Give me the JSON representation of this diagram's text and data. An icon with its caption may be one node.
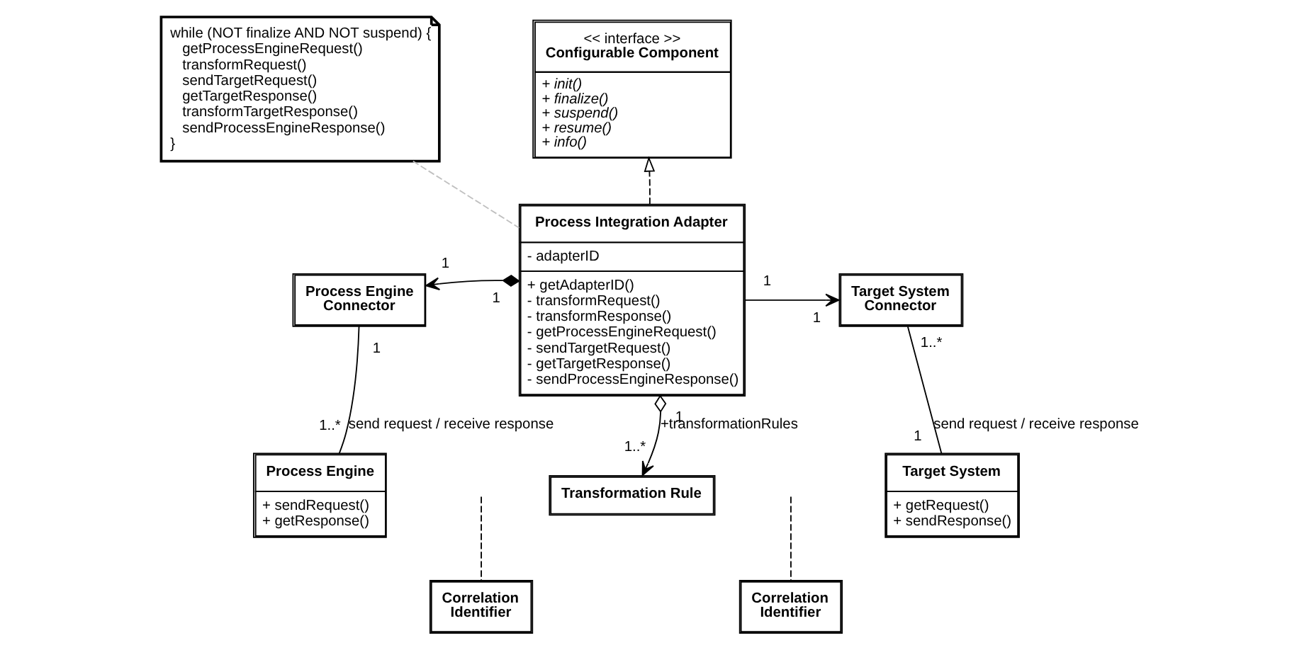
{
  "diagram": {
    "nodes": [
      {
        "text": [
          "while (NOT finalize AND NOT suspend) {",
          "getProcessEngineRequest()",
          "transformRequest()",
          "sendTargetRequest()",
          "getTargetResponse()",
          "transformTargetResponse()",
          "sendProcessEngineResponse()",
          "}"
        ]
      },
      {
        "text": [
          "<< interface >>",
          "Configurable Component",
          "+ init()",
          "+ finalize()",
          "+ suspend()",
          "+ resume()",
          "+ info()"
        ]
      },
      {
        "text": [
          "Process Engine Connector"
        ]
      },
      {
        "text": [
          "Process Integration Adapter",
          "- adapterID",
          "+ getAdapterID()",
          "- transformRequest()",
          "- transformResponse()",
          "- getProcessEngineRequest()",
          "- sendTargetRequest()",
          "- getTargetResponse()",
          "- sendProcessEngineResponse()"
        ]
      },
      {
        "text": [
          "Target System Connector"
        ]
      },
      {
        "text": [
          "Process Engine",
          "+ sendRequest()",
          "+ getResponse()"
        ]
      },
      {
        "text": [
          "Correlation Identifier"
        ]
      },
      {
        "text": [
          "Target System",
          "+ getRequest()",
          "+ sendResponse()"
        ]
      },
      {
        "text": [
          "Correlation Identifier"
        ]
      },
      {
        "text": [
          "Transformation Rule"
        ]
      }
    ],
    "edges": [
      {
        "from": 0,
        "to": 3,
        "arrow": "none",
        "style": "dashed",
        "color": "#c0c0c0"
      },
      {
        "from": 3,
        "to": 1,
        "arrow": "to",
        "style": "dashed"
      },
      {
        "from": 3,
        "to": 2,
        "arrow": "to"
      },
      {
        "from": 3,
        "to": 4,
        "arrow": "to"
      },
      {
        "from": 5,
        "to": 2,
        "arrow": "none",
        "label": "send request / receive response"
      },
      {
        "from": null,
        "to": 6,
        "arrow": "none",
        "style": "dashed"
      },
      {
        "from": 4,
        "to": 7,
        "arrow": "none",
        "label": "send request / receive response"
      },
      {
        "from": null,
        "to": 8,
        "arrow": "none",
        "style": "dashed"
      },
      {
        "from": 3,
        "to": 9,
        "arrow": "to",
        "label": "+transformationRules"
      }
    ],
    "labels": [
      "1",
      "1",
      "1",
      "1",
      "1",
      "1..*",
      "1..*",
      "1",
      "1",
      "1..*"
    ]
  }
}
